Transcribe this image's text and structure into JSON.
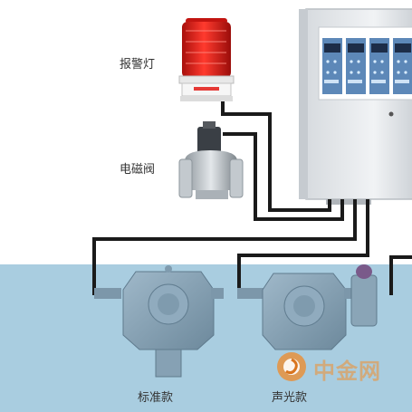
{
  "labels": {
    "alarm_light": "报警灯",
    "solenoid_valve": "电磁阀",
    "standard_model": "标准款",
    "sound_light_model": "声光款"
  },
  "watermark": {
    "text": "中金网"
  },
  "colors": {
    "background_top": "#ffffff",
    "background_bottom": "#a9cde0",
    "cable": "#1a1a1a",
    "controller_body": "#e9ecef",
    "display_panel": "#5d88b8",
    "alarm_red": "#e0201a",
    "detector_body": "#8aa5b7"
  },
  "icons": {
    "alarm": "rotating-beacon-light",
    "valve": "solenoid-valve",
    "detector": "gas-detector",
    "controller": "gas-alarm-controller",
    "watermark_logo": "zhongjin-logo"
  }
}
